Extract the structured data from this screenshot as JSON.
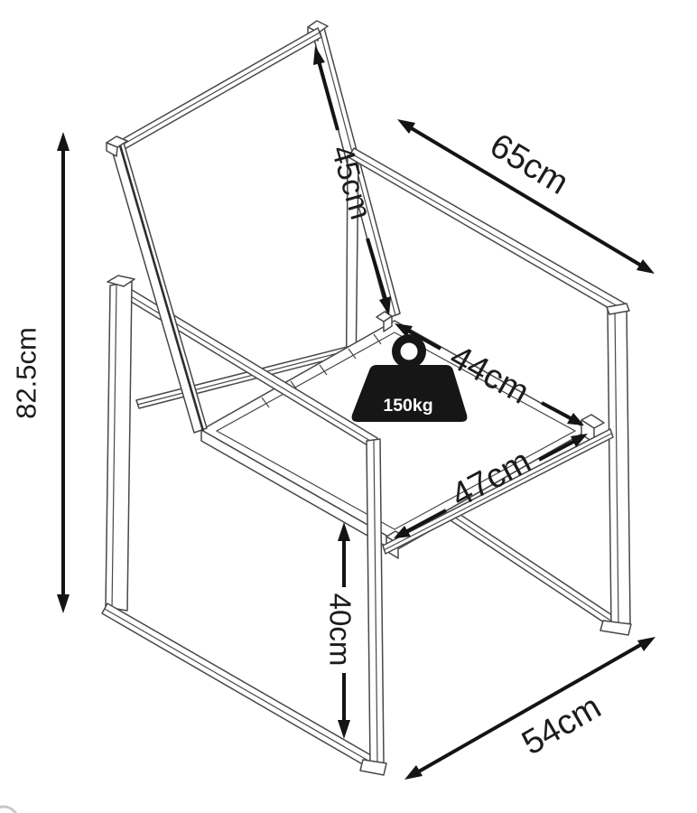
{
  "diagram": {
    "subject": "chair-frame-dimension-diagram",
    "load_capacity": "150kg",
    "dimensions": {
      "overall_height": "82.5cm",
      "backrest_height": "45cm",
      "arm_depth": "65cm",
      "seat_width": "44cm",
      "seat_depth": "47cm",
      "seat_height": "40cm",
      "base_depth": "54cm"
    },
    "colors": {
      "frame_line": "#484848",
      "dimension": "#141414",
      "label_text": "#1c1c1c",
      "weight_fill": "#161616",
      "background": "#ffffff",
      "watermark": "#c8c8c8"
    }
  }
}
